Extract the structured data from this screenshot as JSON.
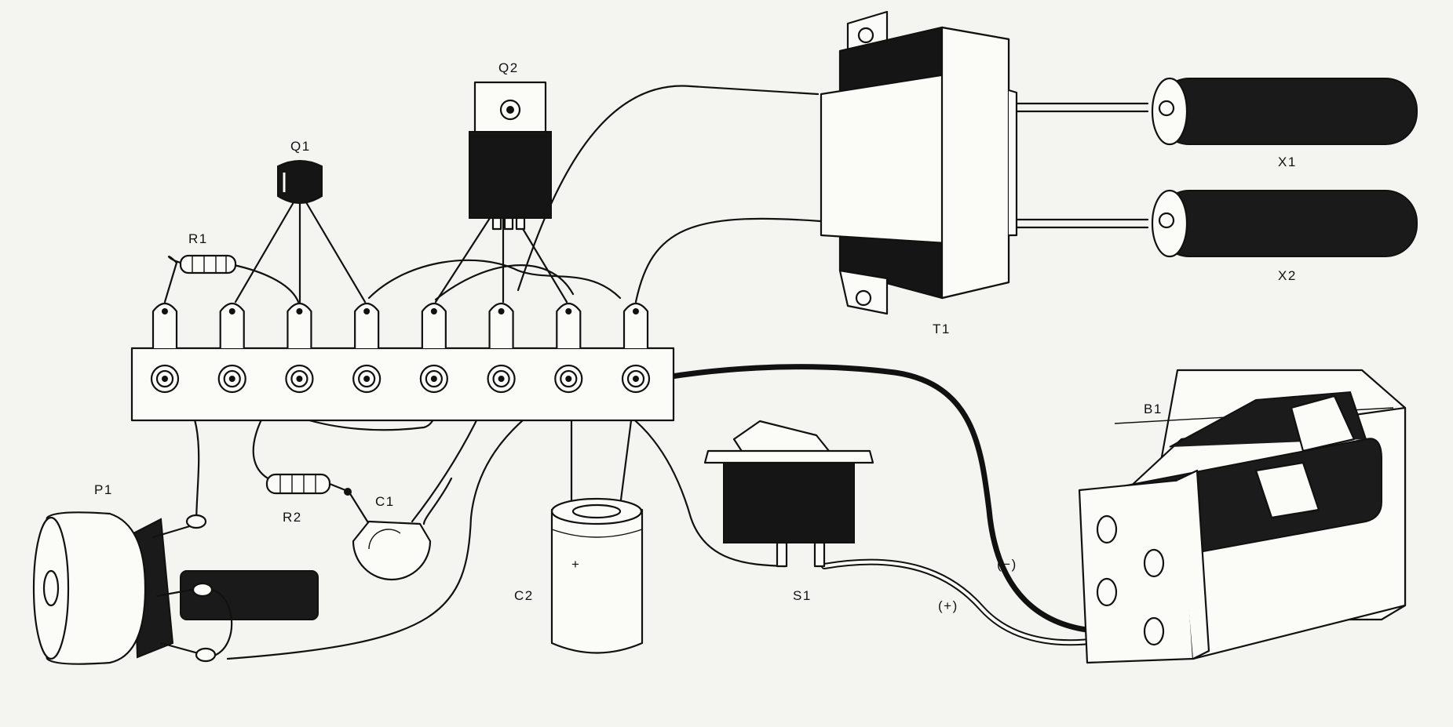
{
  "components": {
    "q1": {
      "label": "Q1"
    },
    "q2": {
      "label": "Q2"
    },
    "r1": {
      "label": "R1"
    },
    "r2": {
      "label": "R2"
    },
    "c1": {
      "label": "C1"
    },
    "c2": {
      "label": "C2",
      "polarity": "+"
    },
    "p1": {
      "label": "P1"
    },
    "s1": {
      "label": "S1"
    },
    "t1": {
      "label": "T1"
    },
    "x1": {
      "label": "X1"
    },
    "x2": {
      "label": "X2"
    },
    "b1": {
      "label": "B1",
      "negative_lead": "(−)",
      "positive_lead": "(+)"
    }
  },
  "terminal_strip": {
    "terminal_count": 8
  },
  "colors": {
    "ink": "#111111",
    "paper": "#f4f4f0",
    "body": "#fbfbf8"
  }
}
